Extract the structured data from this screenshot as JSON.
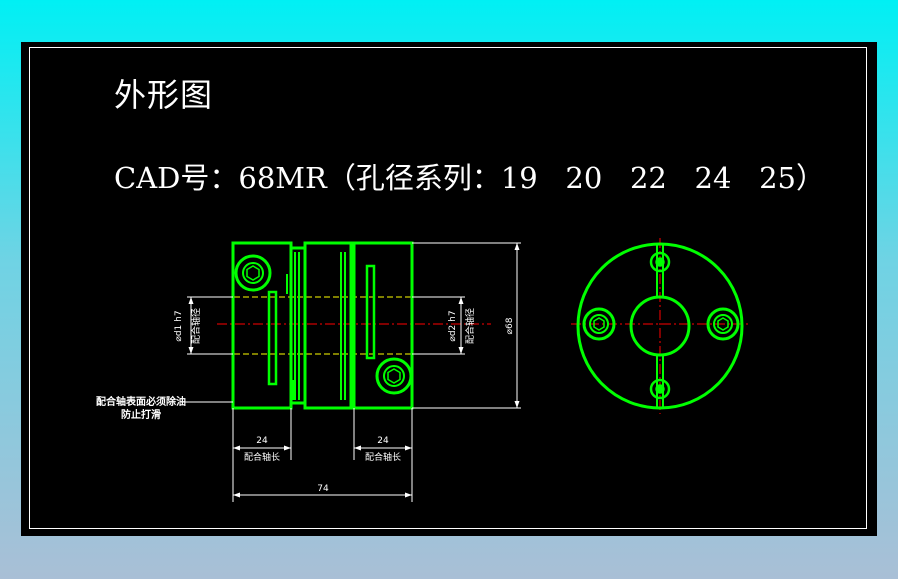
{
  "drawing": {
    "title": "外形图",
    "cad_label": "CAD号：",
    "cad_number": "68MR",
    "bore_label": "（孔径系列：",
    "bore_series": [
      "19",
      "20",
      "22",
      "24",
      "25"
    ],
    "bore_close": "）"
  },
  "dimensions": {
    "left_bore": "⌀d1 h7",
    "left_bore_note": "配合轴径",
    "right_bore": "⌀d2 h7",
    "right_bore_note": "配合轴径",
    "outer_diameter": "⌀68",
    "left_length": "24",
    "left_length_note": "配合轴长",
    "right_length": "24",
    "right_length_note": "配合轴长",
    "total_length": "74"
  },
  "notes": {
    "shaft_note_line1": "配合轴表面必须除油",
    "shaft_note_line2": "防止打滑"
  },
  "colors": {
    "outline": "#00ff00",
    "centerline": "#ff0000",
    "hidden": "#ffff00",
    "dimension": "#ffffff"
  }
}
